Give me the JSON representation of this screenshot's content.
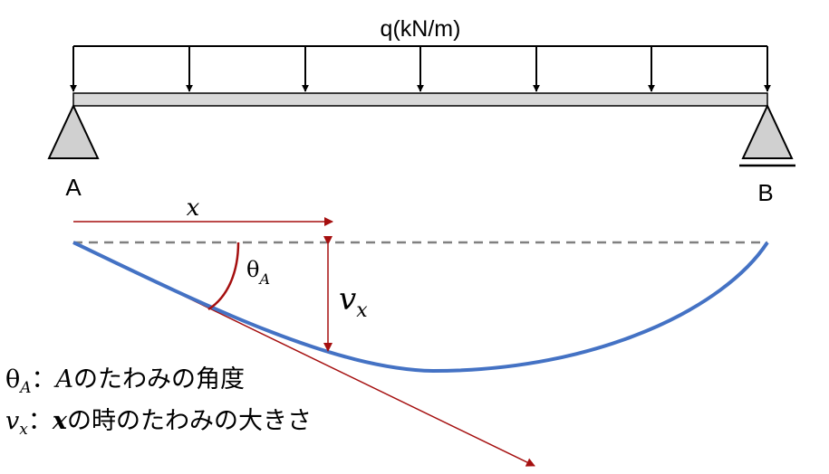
{
  "load_label": "q(kN/m)",
  "support_a_label": "A",
  "support_b_label": "B",
  "x_label": "x",
  "theta_symbol": "θ",
  "theta_sub": "A",
  "v_symbol": "v",
  "v_sub": "x",
  "legend": {
    "theta": {
      "symbol": "θ",
      "sub": "A",
      "sep": "：",
      "italic": "A",
      "text": "のたわみの角度"
    },
    "v": {
      "symbol": "v",
      "sub": "x",
      "sep": "：",
      "italic": "x",
      "text": "の時のたわみの大きさ"
    }
  },
  "colors": {
    "beam": "#d9d9d9",
    "support": "#d0d0d0",
    "dimension": "#a50f0f",
    "deflection": "#4472c4",
    "baseline": "#808080"
  }
}
